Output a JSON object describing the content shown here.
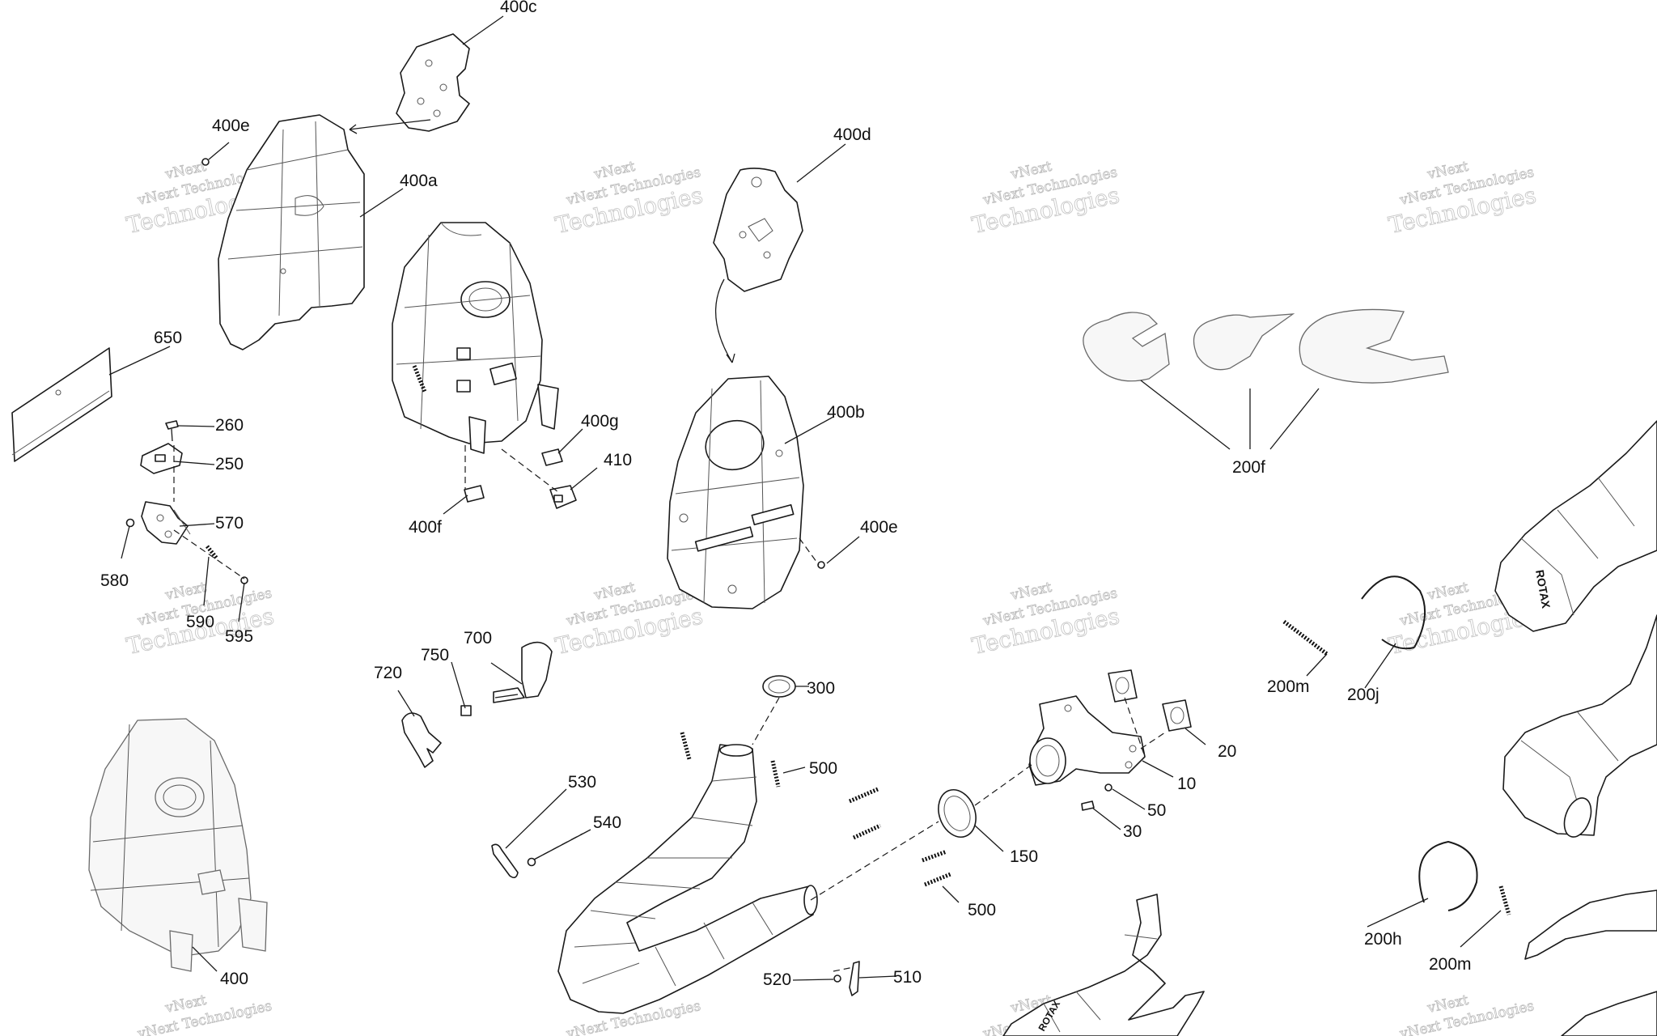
{
  "callouts": {
    "c400c": "400c",
    "c400e_top": "400e",
    "c400a": "400a",
    "c400d": "400d",
    "c650": "650",
    "c260": "260",
    "c250": "250",
    "c570": "570",
    "c580": "580",
    "c590": "590",
    "c595": "595",
    "c400g": "400g",
    "c410": "410",
    "c400f": "400f",
    "c400b": "400b",
    "c400e_mid": "400e",
    "c200f": "200f",
    "c720": "720",
    "c750": "750",
    "c700": "700",
    "c300": "300",
    "c500_top": "500",
    "c530": "530",
    "c540": "540",
    "c150": "150",
    "c500_bottom": "500",
    "c520": "520",
    "c510": "510",
    "c20": "20",
    "c10": "10",
    "c50": "50",
    "c30": "30",
    "c200m_top": "200m",
    "c200j": "200j",
    "c200h": "200h",
    "c200m_bottom": "200m",
    "c400": "400"
  },
  "watermark": {
    "line1": "vNext",
    "line2": "vNext Technologies",
    "line3": "Technologies"
  },
  "brand_mark": "ROTAX"
}
